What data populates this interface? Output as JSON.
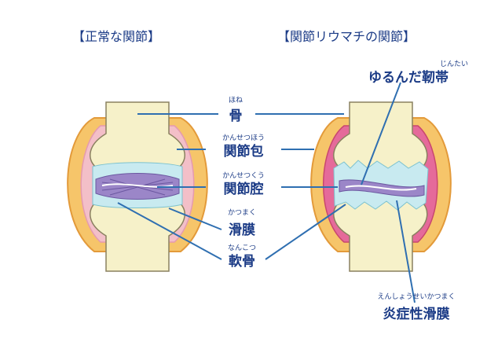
{
  "headings": {
    "normal": "【正常な関節】",
    "ra": "【関節リウマチの関節】"
  },
  "labels": {
    "bone": {
      "text": "骨",
      "ruby": "ほね"
    },
    "capsule": {
      "text": "関節包",
      "ruby": "かんせつほう"
    },
    "cavity": {
      "text": "関節腔",
      "ruby": "かんせつくう"
    },
    "synovium": {
      "text": "滑膜",
      "ruby": "かつまく"
    },
    "cartilage": {
      "text": "軟骨",
      "ruby": "なんこつ"
    },
    "loose_ligament": {
      "text": "ゆるんだ靭帯",
      "ruby": "じんたい"
    },
    "inflamed_synovium": {
      "text": "炎症性滑膜",
      "ruby": "えんしょうせいかつまく"
    }
  },
  "colors": {
    "label_text": "#1b3b86",
    "leader_line": "#2f6fb1",
    "bone": "#f6f1c9",
    "bone_outline": "#8a8160",
    "capsule_outer": "#f6c56a",
    "capsule_line": "#e39a3a",
    "synovium_normal": "#f3bfc8",
    "synovium_inflamed": "#e56a9a",
    "cavity": "#c8eaf0",
    "ligament": "#9b86c8"
  }
}
